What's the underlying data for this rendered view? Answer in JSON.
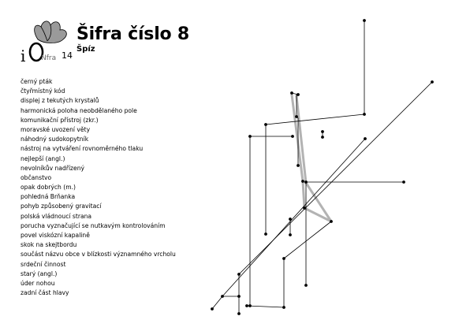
{
  "header": {
    "title": "Šifra číslo 8",
    "subtitle": "Špíz",
    "logo_text": "iO Nfra 14"
  },
  "clues": [
    "černý pták",
    "čtyřmístný kód",
    "displej z tekutých krystalů",
    "harmonická poloha neobdělaného pole",
    "komunikační přístroj (zkr.)",
    "moravské uvození věty",
    "náhodný sudokopytník",
    "nástroj na vytváření rovnoměrného tlaku",
    "nejlepší (angl.)",
    "nevolníkův nadřízený",
    "občanstvo",
    "opak dobrých (m.)",
    "pohledná Brňanka",
    "pohyb způsobený gravitací",
    "polská vládnoucí strana",
    "porucha vyznačující se nutkavým kontrolováním",
    "povel viskózní kapalině",
    "skok na skejtbordu",
    "součást názvu obce v blízkosti významného vrcholu",
    "srdeční činnost",
    "starý (angl.)",
    "úder nohou",
    "zadní část hlavy"
  ],
  "colors": {
    "ink": "#000000",
    "highlight": "#b3b3b3",
    "logo_fill": "#9a9a9a"
  }
}
